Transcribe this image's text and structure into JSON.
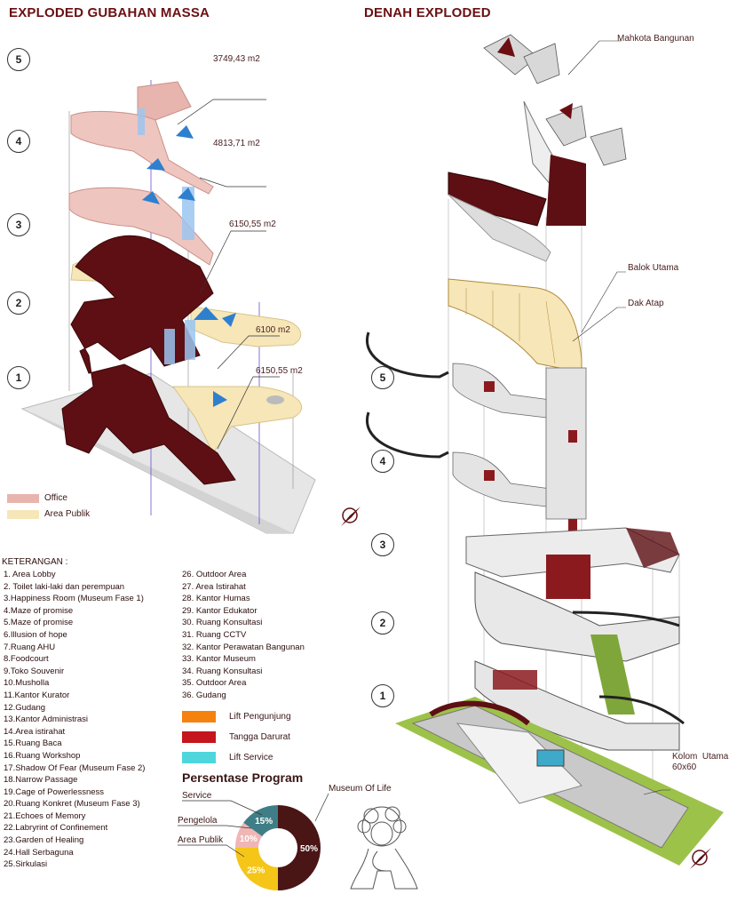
{
  "titles": {
    "left": "EXPLODED GUBAHAN MASSA",
    "right": "DENAH EXPLODED"
  },
  "left_levels": [
    "5",
    "4",
    "3",
    "2",
    "1"
  ],
  "right_levels": [
    "5",
    "4",
    "3",
    "2",
    "1"
  ],
  "area_labels": [
    "3749,43 m2",
    "4813,71 m2",
    "6150,55 m2",
    "6100 m2",
    "6150,55 m2"
  ],
  "left_legend": [
    {
      "label": "Office",
      "color": "#e8b4ae"
    },
    {
      "label": "Area Publik",
      "color": "#f6e6b8"
    }
  ],
  "right_labels": {
    "crown": "Mahkota Bangunan",
    "beam": "Balok Utama",
    "roof": "Dak Atap",
    "column": "Kolom  Utama\n60x60"
  },
  "keterangan": {
    "title": "KETERANGAN :",
    "col1": [
      "1.  Area Lobby",
      "2. Toilet laki-laki dan perempuan",
      "3.Happiness Room (Museum Fase 1)",
      "4.Maze of promise",
      "5.Maze of promise",
      "6.Illusion of hope",
      "7.Ruang AHU",
      "8.Foodcourt",
      "9.Toko Souvenir",
      "10.Musholla",
      "11.Kantor Kurator",
      "12.Gudang",
      "13.Kantor Administrasi",
      "14.Area istirahat",
      "15.Ruang Baca",
      "16.Ruang Workshop",
      "17.Shadow Of Fear (Museum Fase 2)",
      "18.Narrow Passage",
      "19.Cage of Powerlessness",
      "20.Ruang Konkret (Museum Fase 3)",
      "21.Echoes of Memory",
      "22.Labryrint of Confinement",
      "23.Garden of Healing",
      "24.Hall Serbaguna",
      "25.Sirkulasi"
    ],
    "col2": [
      "26. Outdoor Area",
      "27. Area Istirahat",
      "28. Kantor Humas",
      "29. Kantor Edukator",
      "30. Ruang Konsultasi",
      "31. Ruang CCTV",
      "32. Kantor Perawatan Bangunan",
      "33. Kantor Museum",
      "34. Ruang Konsultasi",
      "35. Outdoor Area",
      "36. Gudang"
    ]
  },
  "circulation_legend": [
    {
      "label": "Lift Pengunjung",
      "color": "#f5820f"
    },
    {
      "label": "Tangga Darurat",
      "color": "#c4161c"
    },
    {
      "label": "Lift Service",
      "color": "#4fd6dc"
    }
  ],
  "chart_data": {
    "type": "pie",
    "title": "Persentase Program",
    "categories": [
      "Museum Of Life",
      "Area Publik",
      "Pengelola",
      "Service"
    ],
    "values": [
      50,
      25,
      10,
      15
    ],
    "labels": [
      "50%",
      "25%",
      "10%",
      "15%"
    ],
    "colors": [
      "#4a1515",
      "#f5c518",
      "#f0b6b6",
      "#3f7e86"
    ]
  }
}
